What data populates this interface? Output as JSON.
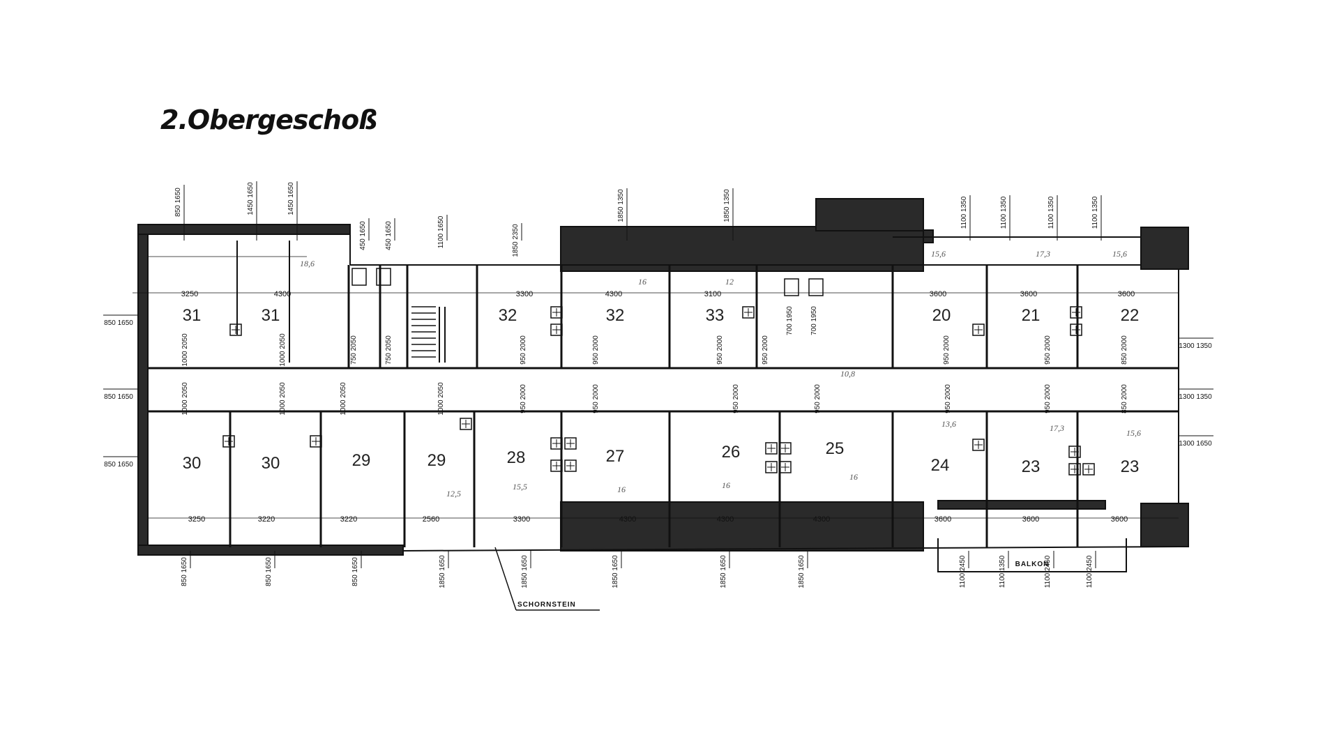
{
  "title": "2.Obergeschoß",
  "colors": {
    "ink": "#111111",
    "wall_fill": "#2a2a2a",
    "paper": "#ffffff"
  },
  "labels": {
    "chimney": "SCHORNSTEIN",
    "balcony": "BALKON"
  },
  "rooms_north": [
    "31",
    "31",
    "32",
    "32",
    "33",
    "20",
    "21",
    "22"
  ],
  "rooms_south": [
    "30",
    "30",
    "29",
    "29",
    "28",
    "27",
    "26",
    "25",
    "24",
    "23",
    "23"
  ],
  "dims_north": [
    "3250",
    "4300",
    "3300",
    "4300",
    "3100",
    "3600",
    "3600",
    "3600"
  ],
  "dims_south": [
    "3250",
    "3220",
    "3220",
    "2560",
    "3300",
    "4300",
    "4300",
    "4300",
    "3600",
    "3600",
    "3600"
  ],
  "window_dims_top": [
    "850 1650",
    "1450 1650",
    "1450 1650",
    "450 1650",
    "450 1650",
    "1100 1650",
    "1850 2350",
    "1850 1350",
    "1850 1350",
    "1100 1350",
    "1100 1350",
    "1100 1350",
    "1100 1350"
  ],
  "window_dims_bottom": [
    "850 1650",
    "850 1650",
    "850 1650",
    "1850 1650",
    "1850 1650",
    "1850 1650",
    "1850 1650",
    "1850 1650",
    "1100 2450",
    "1100 1350",
    "1100 2450",
    "1100 2450"
  ],
  "window_dims_left": [
    "850 1650",
    "850 1650",
    "850 1650"
  ],
  "window_dims_right": [
    "1300 1350",
    "1300 1350",
    "1300 1650"
  ],
  "door_dims_north": [
    "1000 2050",
    "1000 2050",
    "750 2050",
    "750 2050",
    "950 2000",
    "950 2000",
    "950 2000",
    "950 2000",
    "950 2000",
    "950 2000",
    "850 2000"
  ],
  "door_dims_south": [
    "1000 2050",
    "1000 2050",
    "1000 2050",
    "1000 2050",
    "950 2000",
    "950 2000",
    "950 2000",
    "950 2000",
    "950 2000",
    "950 2000",
    "850 2000"
  ],
  "wc_dims": [
    "700 1950",
    "700 1950"
  ],
  "areas": [
    "18,6",
    "16",
    "12",
    "15,6",
    "17,3",
    "15,6",
    "12,5",
    "15,5",
    "16",
    "16",
    "16",
    "13,6",
    "17,3",
    "15,6",
    "10,8"
  ]
}
